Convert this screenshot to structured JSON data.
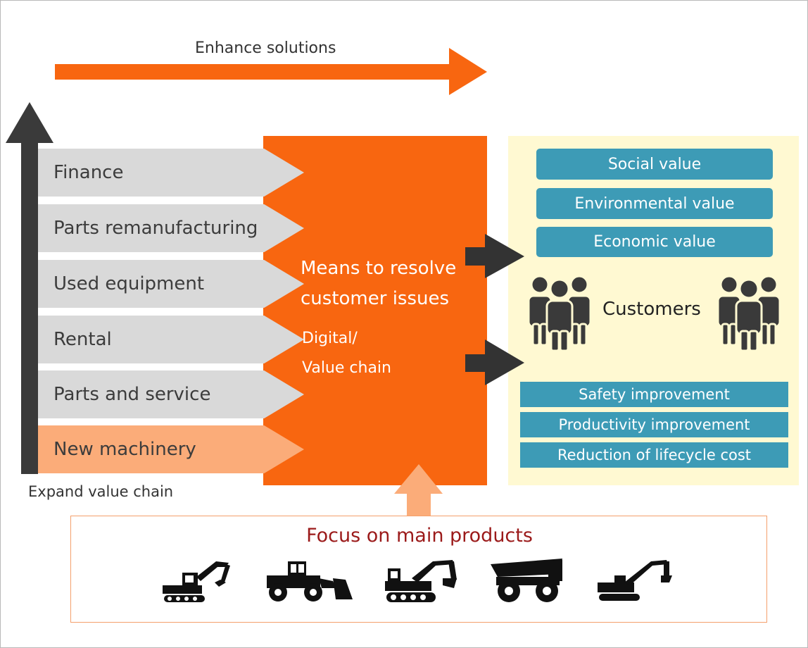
{
  "top_arrow": {
    "label": "Enhance solutions",
    "color": "#f86610"
  },
  "value_chain": {
    "axis_label": "Expand value chain",
    "steps": [
      {
        "label": "Finance",
        "highlight": false
      },
      {
        "label": "Parts remanufacturing",
        "highlight": false
      },
      {
        "label": "Used equipment",
        "highlight": false
      },
      {
        "label": "Rental",
        "highlight": false
      },
      {
        "label": "Parts and service",
        "highlight": false
      },
      {
        "label": "New machinery",
        "highlight": true
      }
    ]
  },
  "center": {
    "line1": "Means to resolve",
    "line2": "customer issues",
    "sub1": "Digital/",
    "sub2": "Value chain",
    "color": "#f86610"
  },
  "values": {
    "items": [
      "Social value",
      "Environmental value",
      "Economic value"
    ],
    "customers_label": "Customers",
    "benefits": [
      "Safety improvement",
      "Productivity improvement",
      "Reduction of lifecycle cost"
    ],
    "color": "#3d9bb6"
  },
  "products": {
    "title": "Focus on main products",
    "icons": [
      "excavator-icon",
      "wheel-loader-icon",
      "crawler-excavator-icon",
      "dump-truck-icon",
      "large-excavator-icon"
    ]
  }
}
